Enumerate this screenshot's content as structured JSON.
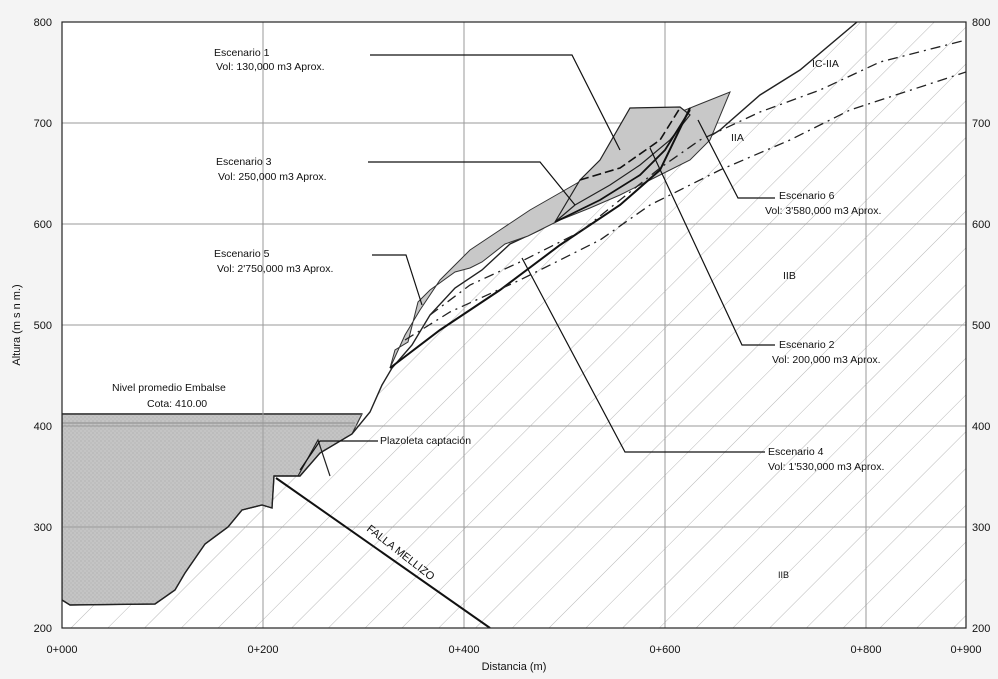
{
  "axes": {
    "xlabel": "Distancia (m)",
    "ylabel": "Altura (m s n m.)",
    "x_ticks": [
      "0+000",
      "0+200",
      "0+400",
      "0+600",
      "0+800",
      "0+900"
    ],
    "y_ticks": [
      "200",
      "300",
      "400",
      "500",
      "600",
      "700",
      "800"
    ],
    "y_ticks_right": [
      "200",
      "300",
      "400",
      "500",
      "600",
      "700",
      "800"
    ]
  },
  "reservoir": {
    "title": "Nivel promedio Embalse",
    "cota": "Cota: 410.00"
  },
  "plazoleta": "Plazoleta captación",
  "fault": "FALLA MELLIZO",
  "zones": {
    "icia": "IC-IIA",
    "iia": "IIA",
    "iib": "IIB",
    "iib_lower": "IIB"
  },
  "scenarios": [
    {
      "name": "Escenario 1",
      "vol": "Vol: 130,000 m3 Aprox."
    },
    {
      "name": "Escenario 3",
      "vol": "Vol: 250,000 m3 Aprox."
    },
    {
      "name": "Escenario 5",
      "vol": "Vol: 2'750,000 m3 Aprox."
    },
    {
      "name": "Escenario 6",
      "vol": "Vol: 3'580,000 m3 Aprox."
    },
    {
      "name": "Escenario 2",
      "vol": "Vol: 200,000 m3 Aprox."
    },
    {
      "name": "Escenario 4",
      "vol": "Vol: 1'530,000 m3 Aprox."
    }
  ],
  "colors": {
    "plot_bg": "#ffffff",
    "slide_fill": "#c8c8c8",
    "reservoir_fill": "#c4c4c4",
    "grid": "#9a9a9a"
  }
}
